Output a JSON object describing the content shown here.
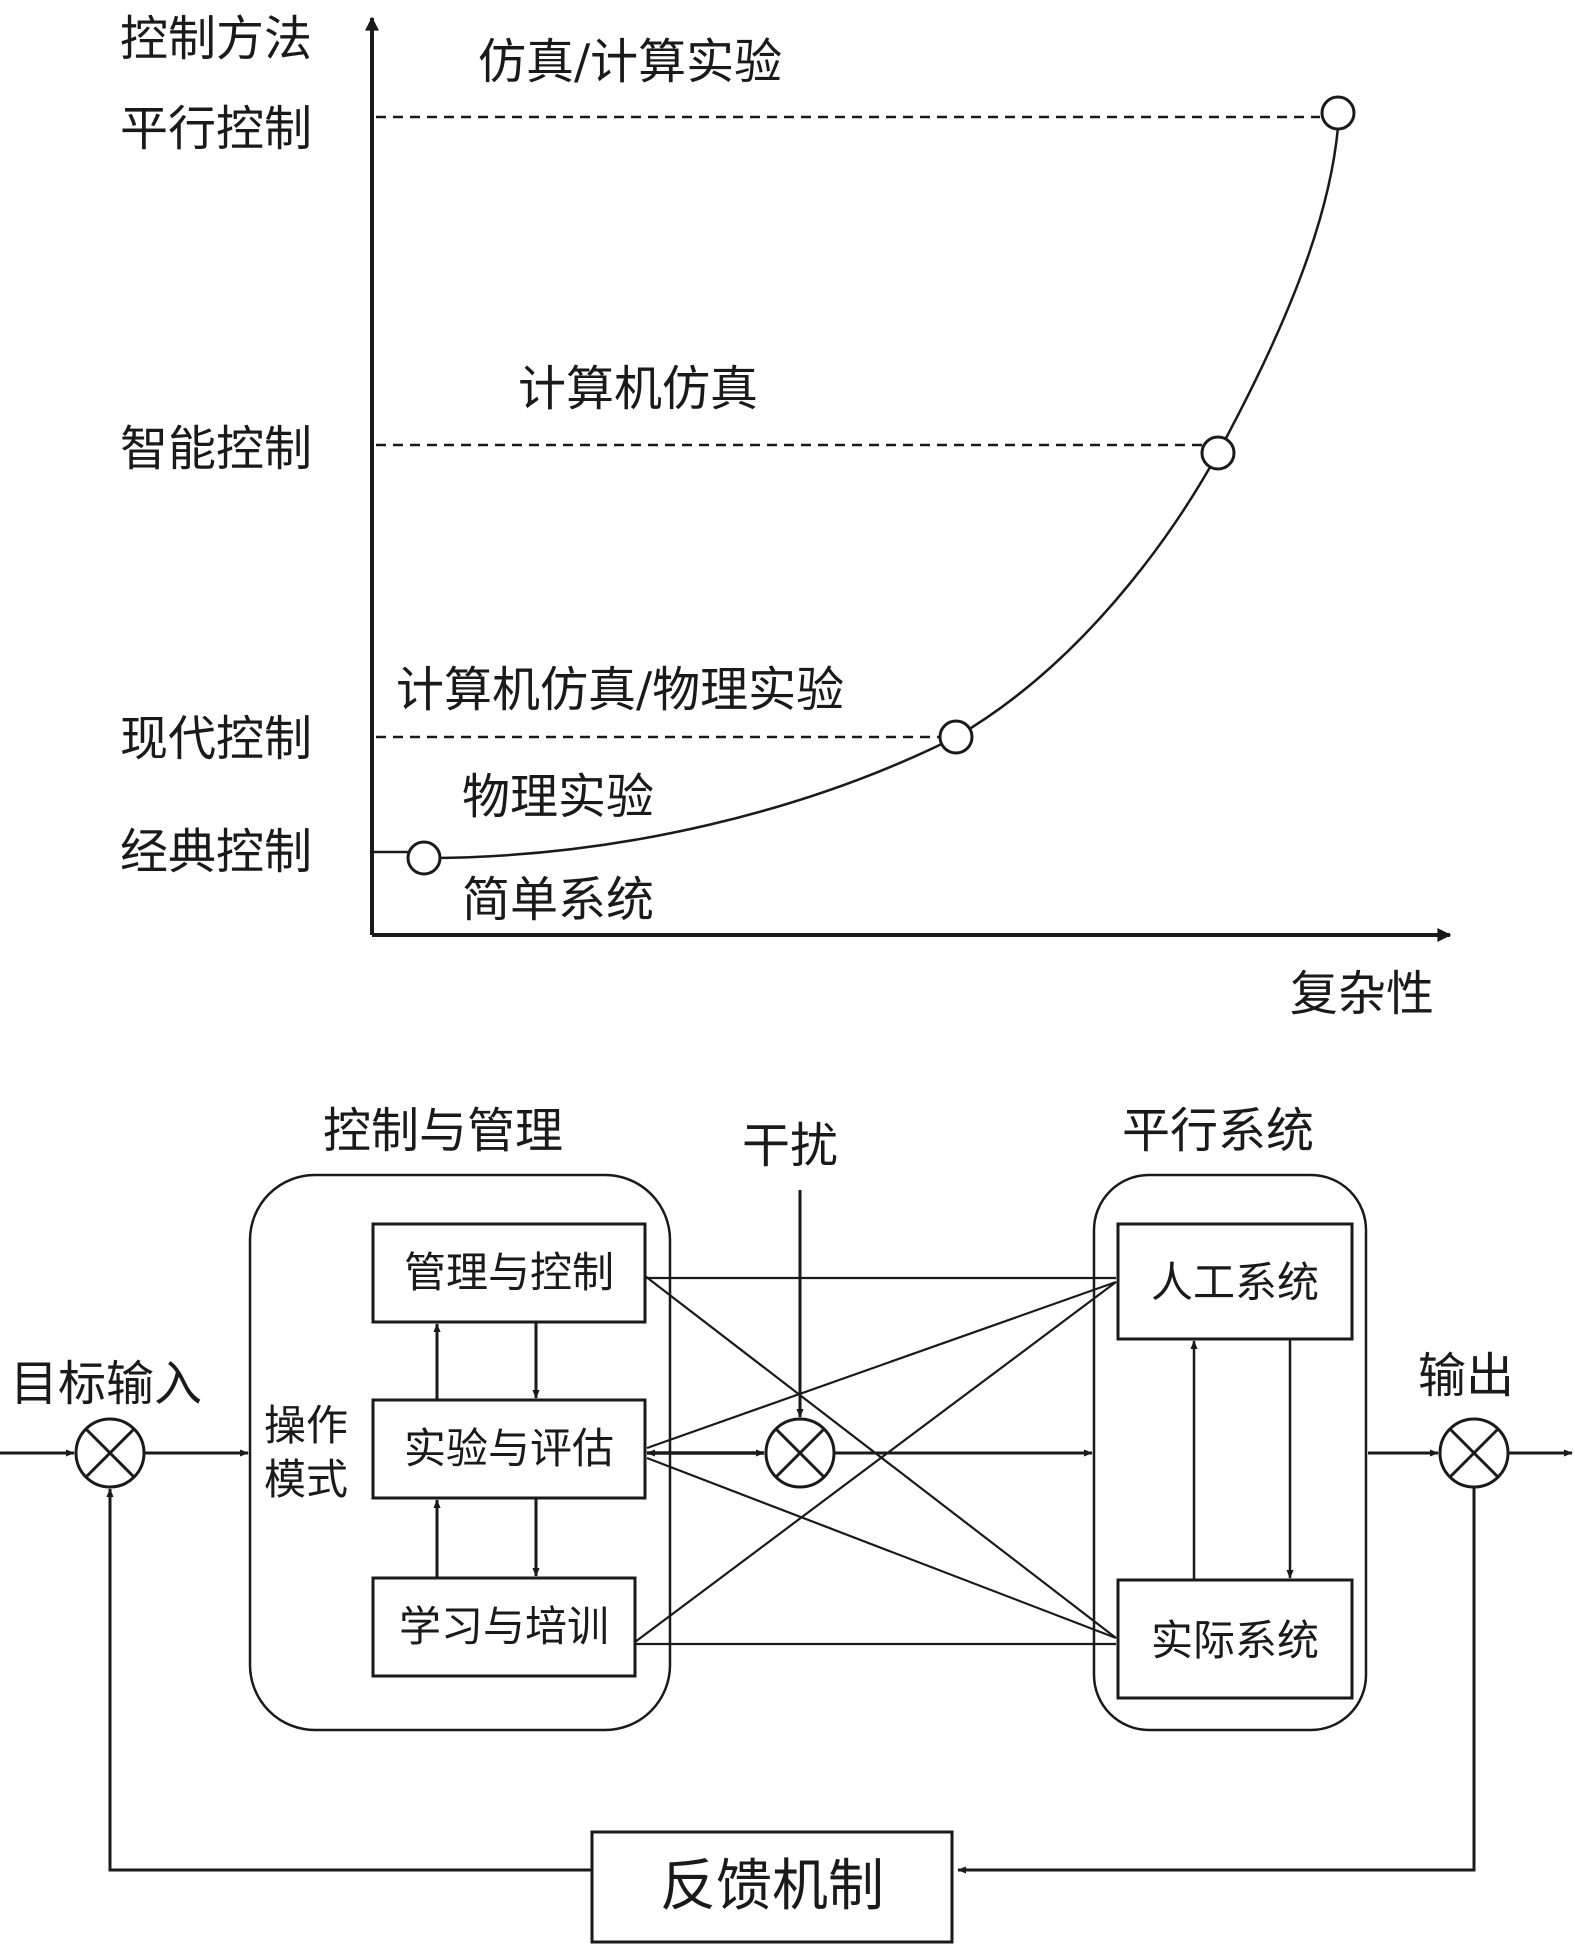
{
  "top_chart": {
    "y_axis_title": "控制方法",
    "x_axis_title": "复杂性",
    "levels": [
      {
        "method": "经典控制",
        "annotation": "简单系统"
      },
      {
        "method": "现代控制",
        "annotation": "物理实验"
      },
      {
        "method": "智能控制",
        "annotation": "计算机仿真/物理实验"
      },
      {
        "method": "平行控制",
        "annotation": "计算机仿真"
      },
      {
        "method": "",
        "annotation": "仿真/计算实验"
      }
    ]
  },
  "block_diagram": {
    "input_label": "目标输入",
    "output_label": "输出",
    "disturbance_label": "干扰",
    "control_group": {
      "title": "控制与管理",
      "mode_label_line1": "操作",
      "mode_label_line2": "模式",
      "blocks": [
        "管理与控制",
        "实验与评估",
        "学习与培训"
      ]
    },
    "parallel_group": {
      "title": "平行系统",
      "blocks": [
        "人工系统",
        "实际系统"
      ]
    },
    "feedback_label": "反馈机制"
  },
  "colors": {
    "ink": "#1a1a1a",
    "background": "#ffffff"
  }
}
